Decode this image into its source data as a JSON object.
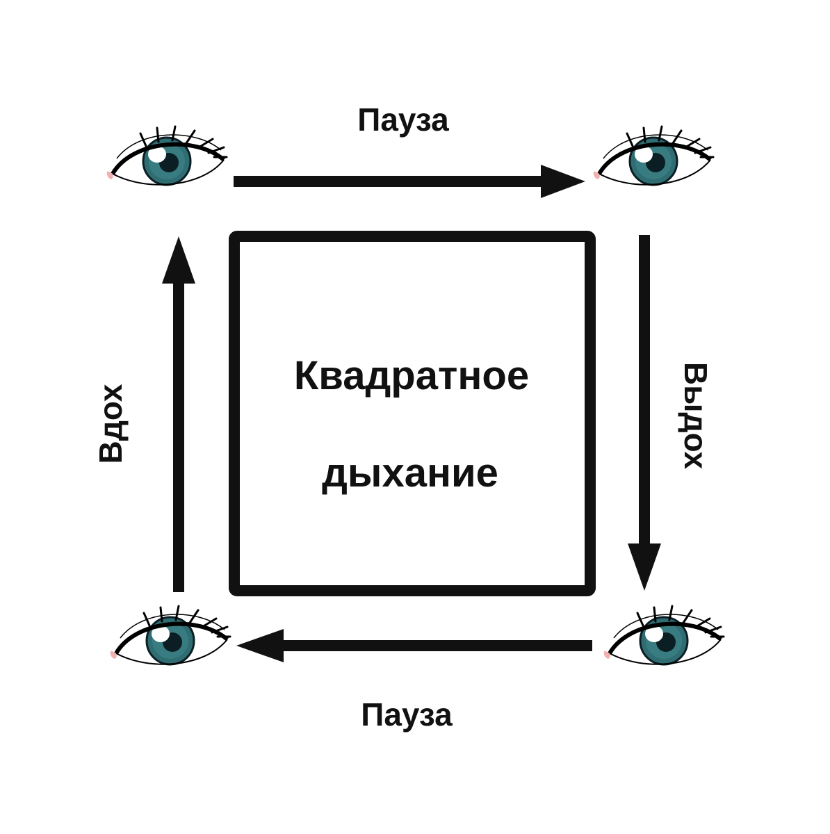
{
  "labels": {
    "top": "Пауза",
    "bottom": "Пауза",
    "left": "Вдох",
    "right": "Выдох",
    "center_line1": "Квадратное",
    "center_line2": "дыхание"
  },
  "colors": {
    "ink": "#111111",
    "iris": "#2f6d72",
    "iris_inner": "#3f878c",
    "pupil": "#0b1e24",
    "eyelid": "#000000",
    "caruncle": "#f2b0b0",
    "background": "#ffffff"
  },
  "icons": {
    "eye_top_left": "eye-icon",
    "eye_top_right": "eye-icon",
    "eye_bottom_left": "eye-icon",
    "eye_bottom_right": "eye-icon"
  }
}
